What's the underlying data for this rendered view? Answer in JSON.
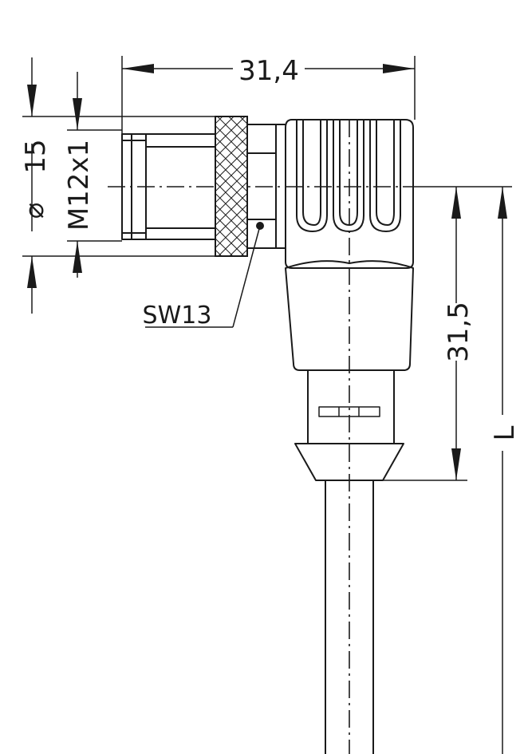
{
  "drawing": {
    "subject": "angled connector with cable",
    "dimensions": {
      "overall_width": "31,4",
      "height_to_nut": "31,5",
      "diameter_symbol": "⌀",
      "diameter_value": "15",
      "thread": "M12x1",
      "cable_length": "L"
    },
    "labels": {
      "wrench_size": "SW13"
    }
  }
}
